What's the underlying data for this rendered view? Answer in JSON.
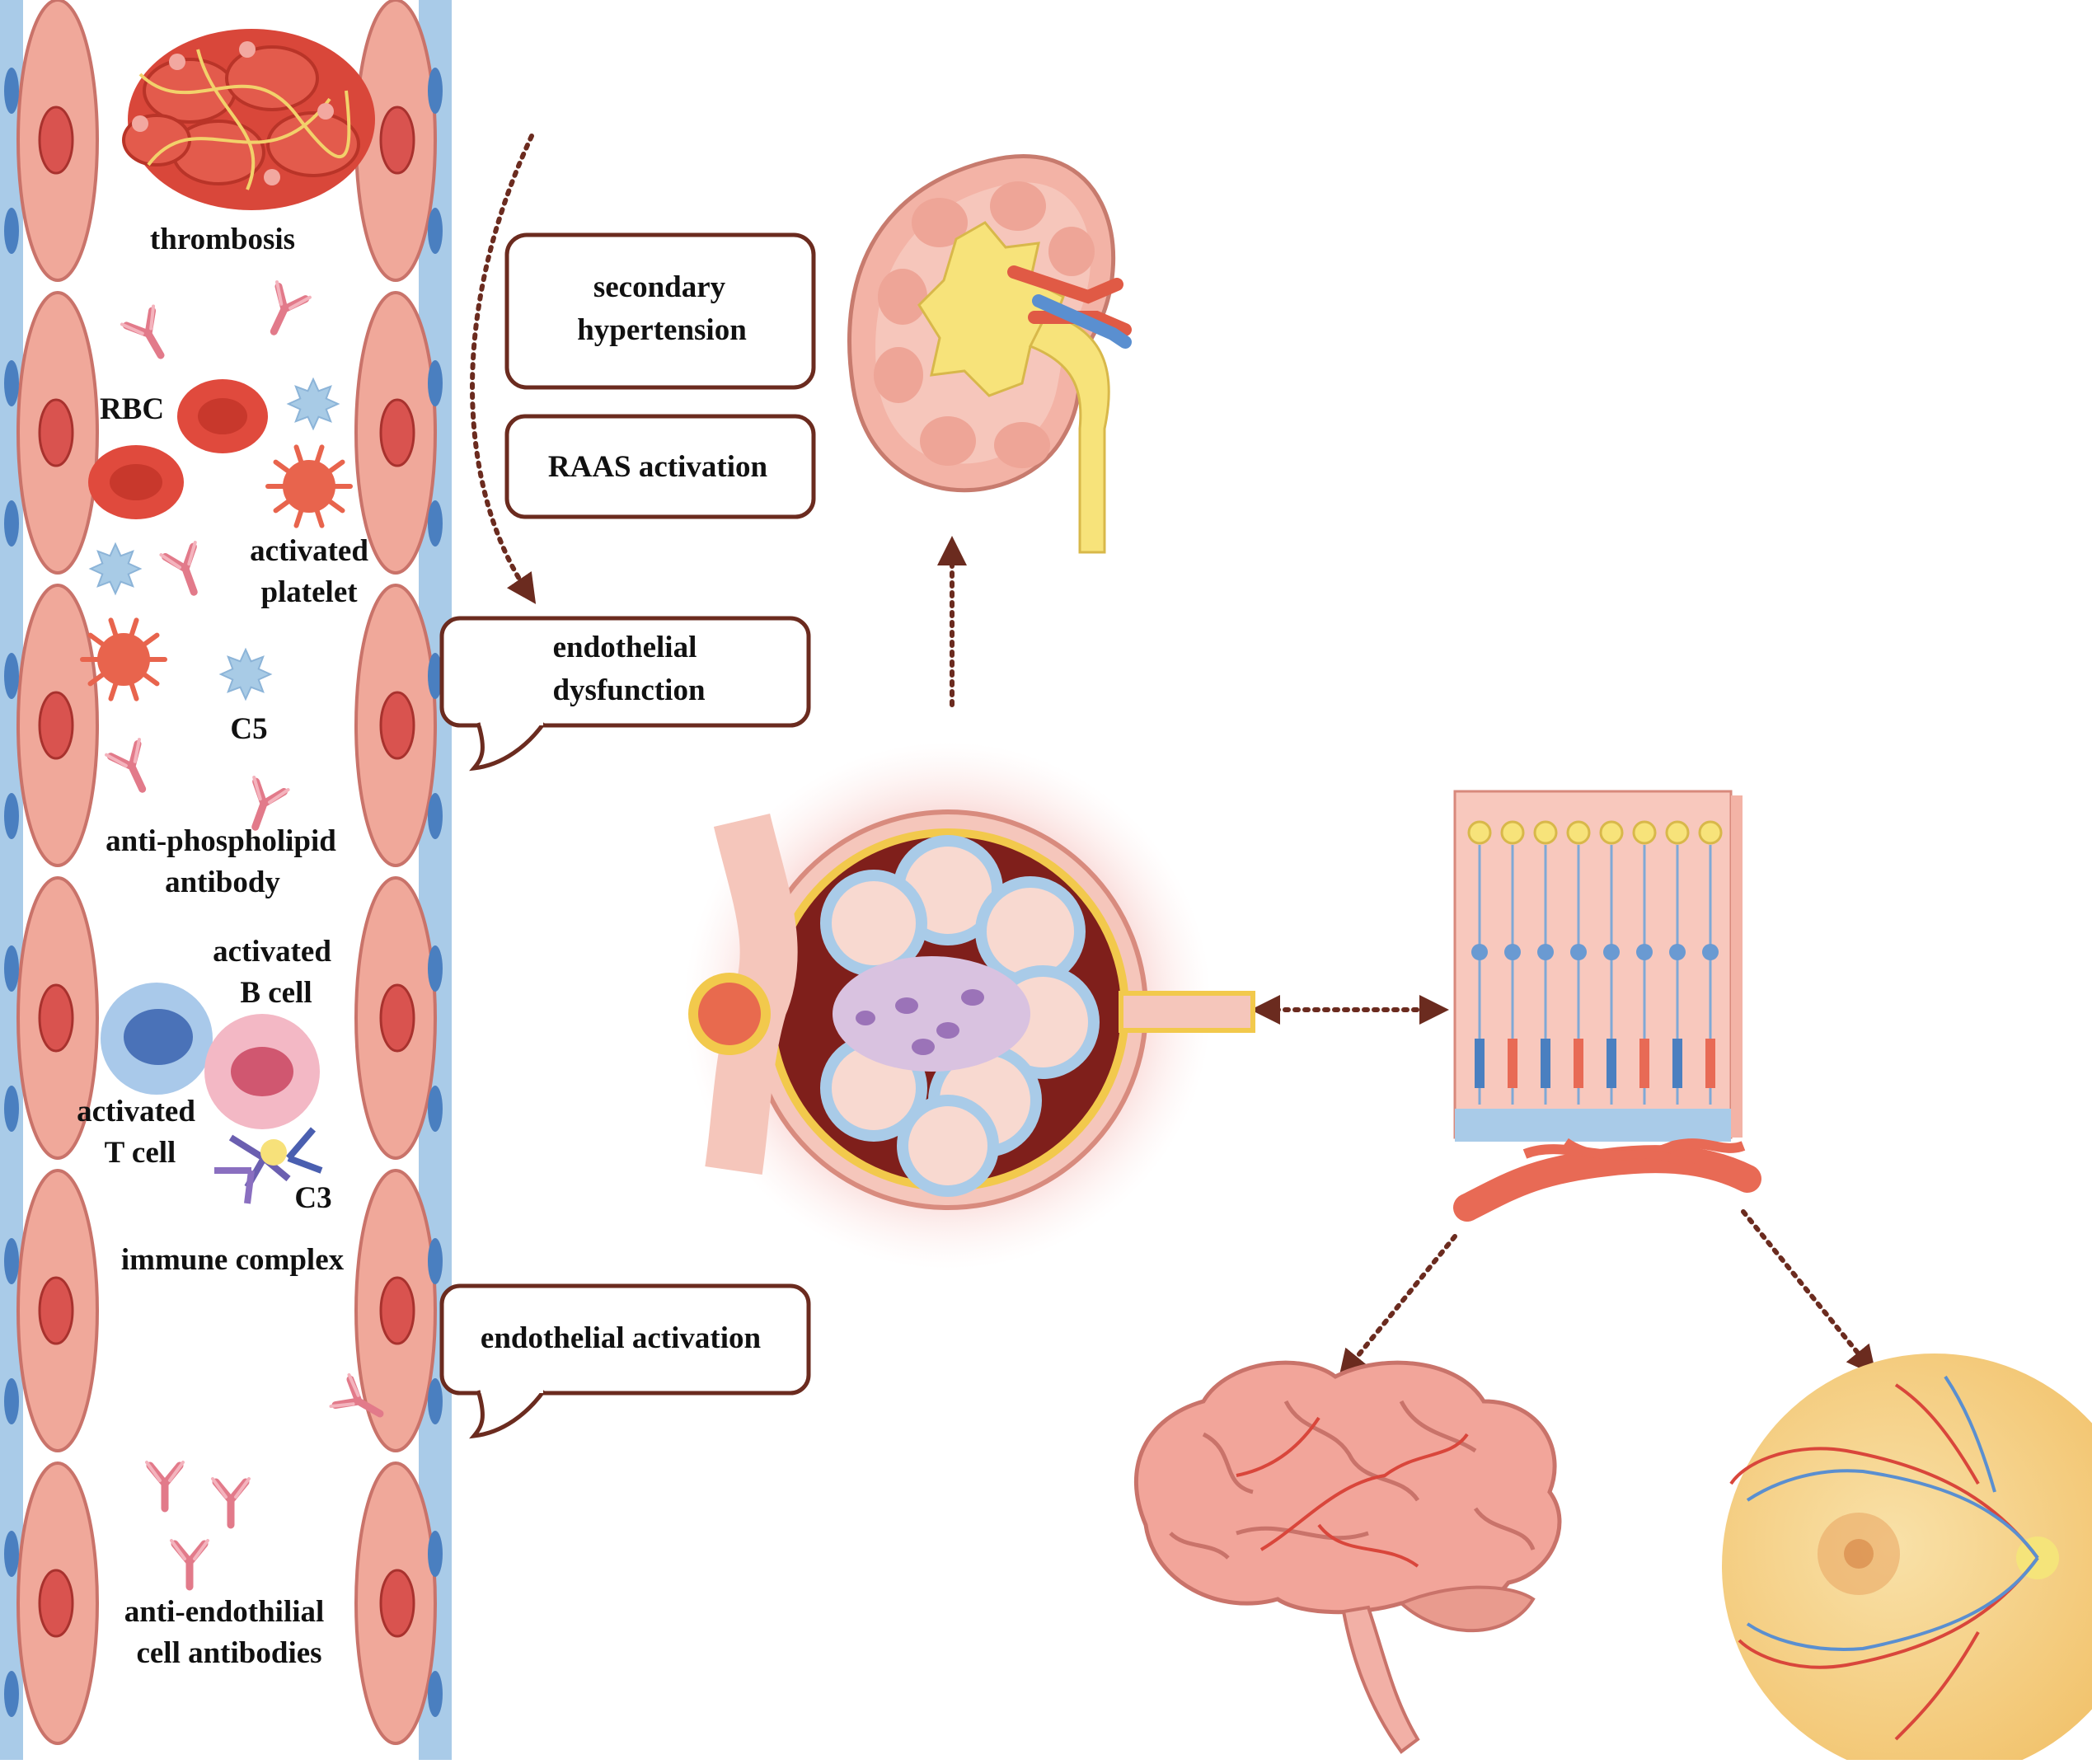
{
  "labels": {
    "thrombosis": "thrombosis",
    "rbc": "RBC",
    "activated_platelet_1": "activated",
    "activated_platelet_2": "platelet",
    "c5": "C5",
    "apl_1": "anti-phospholipid",
    "apl_2": "antibody",
    "b_cell_1": "activated",
    "b_cell_2": "B cell",
    "t_cell_1": "activated",
    "t_cell_2": "T cell",
    "c3": "C3",
    "immune_complex": "immune complex",
    "aeca_1": "anti-endothilial",
    "aeca_2": "cell antibodies"
  },
  "boxes": {
    "secondary_hypertension_1": "secondary",
    "secondary_hypertension_2": "hypertension",
    "raas_activation": "RAAS activation",
    "endothelial_dysfunction_1": "endothelial",
    "endothelial_dysfunction_2": "dysfunction",
    "endothelial_activation": "endothelial activation"
  },
  "colors": {
    "box_border": "#6b2b1f",
    "arrow": "#6b2b1f",
    "endothelial_cell": "#f0a89a",
    "nucleus": "#d9534f",
    "vessel_wall_blue": "#a9cbe8",
    "antibody": "#e27a8a",
    "platelet_red": "#e8644d",
    "c5_blue": "#a8cbe6",
    "kidney_cortex": "#f3b3a6",
    "kidney_pelvis": "#f7e37a",
    "retina_yellow": "#f7d58a",
    "brain_pink": "#f2a59a"
  }
}
